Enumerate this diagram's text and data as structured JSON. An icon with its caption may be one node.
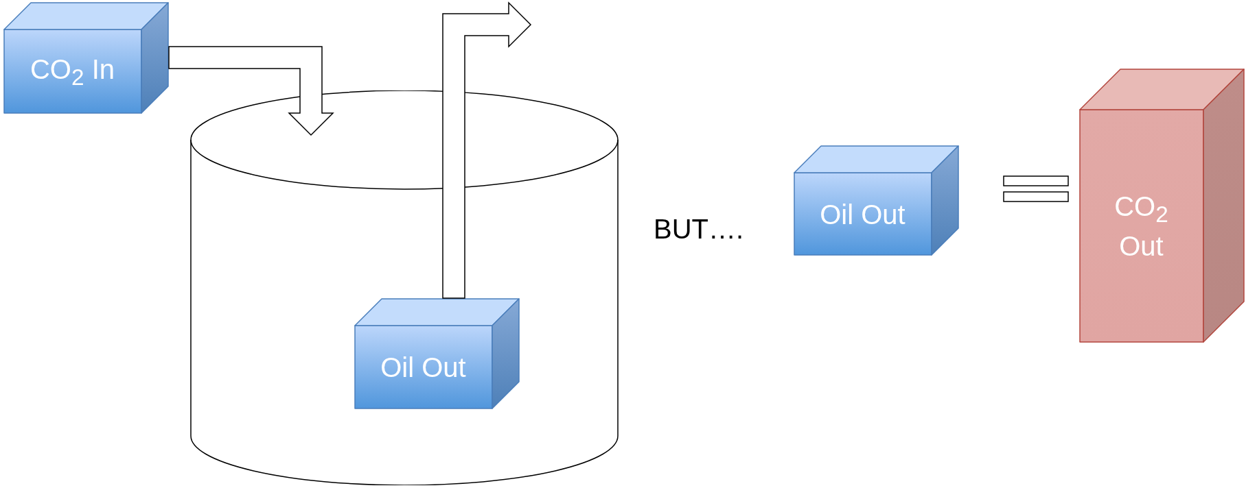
{
  "diagram": {
    "nodes": [
      {
        "text": [
          "CO$_{2}$ In"
        ]
      },
      {
        "text": [],
        "shape": "cylinder"
      },
      {
        "text": [
          "Oil Out"
        ],
        "in": 1
      },
      {
        "text": [
          "Oil Out"
        ]
      },
      {
        "text": [
          "CO$_{2}$ Out"
        ]
      }
    ],
    "edges": [
      {
        "from": 0,
        "to": 1,
        "arrow": "to"
      },
      {
        "from": 2,
        "to": null,
        "arrow": "to"
      }
    ],
    "labels": [
      "BUT…."
    ]
  }
}
